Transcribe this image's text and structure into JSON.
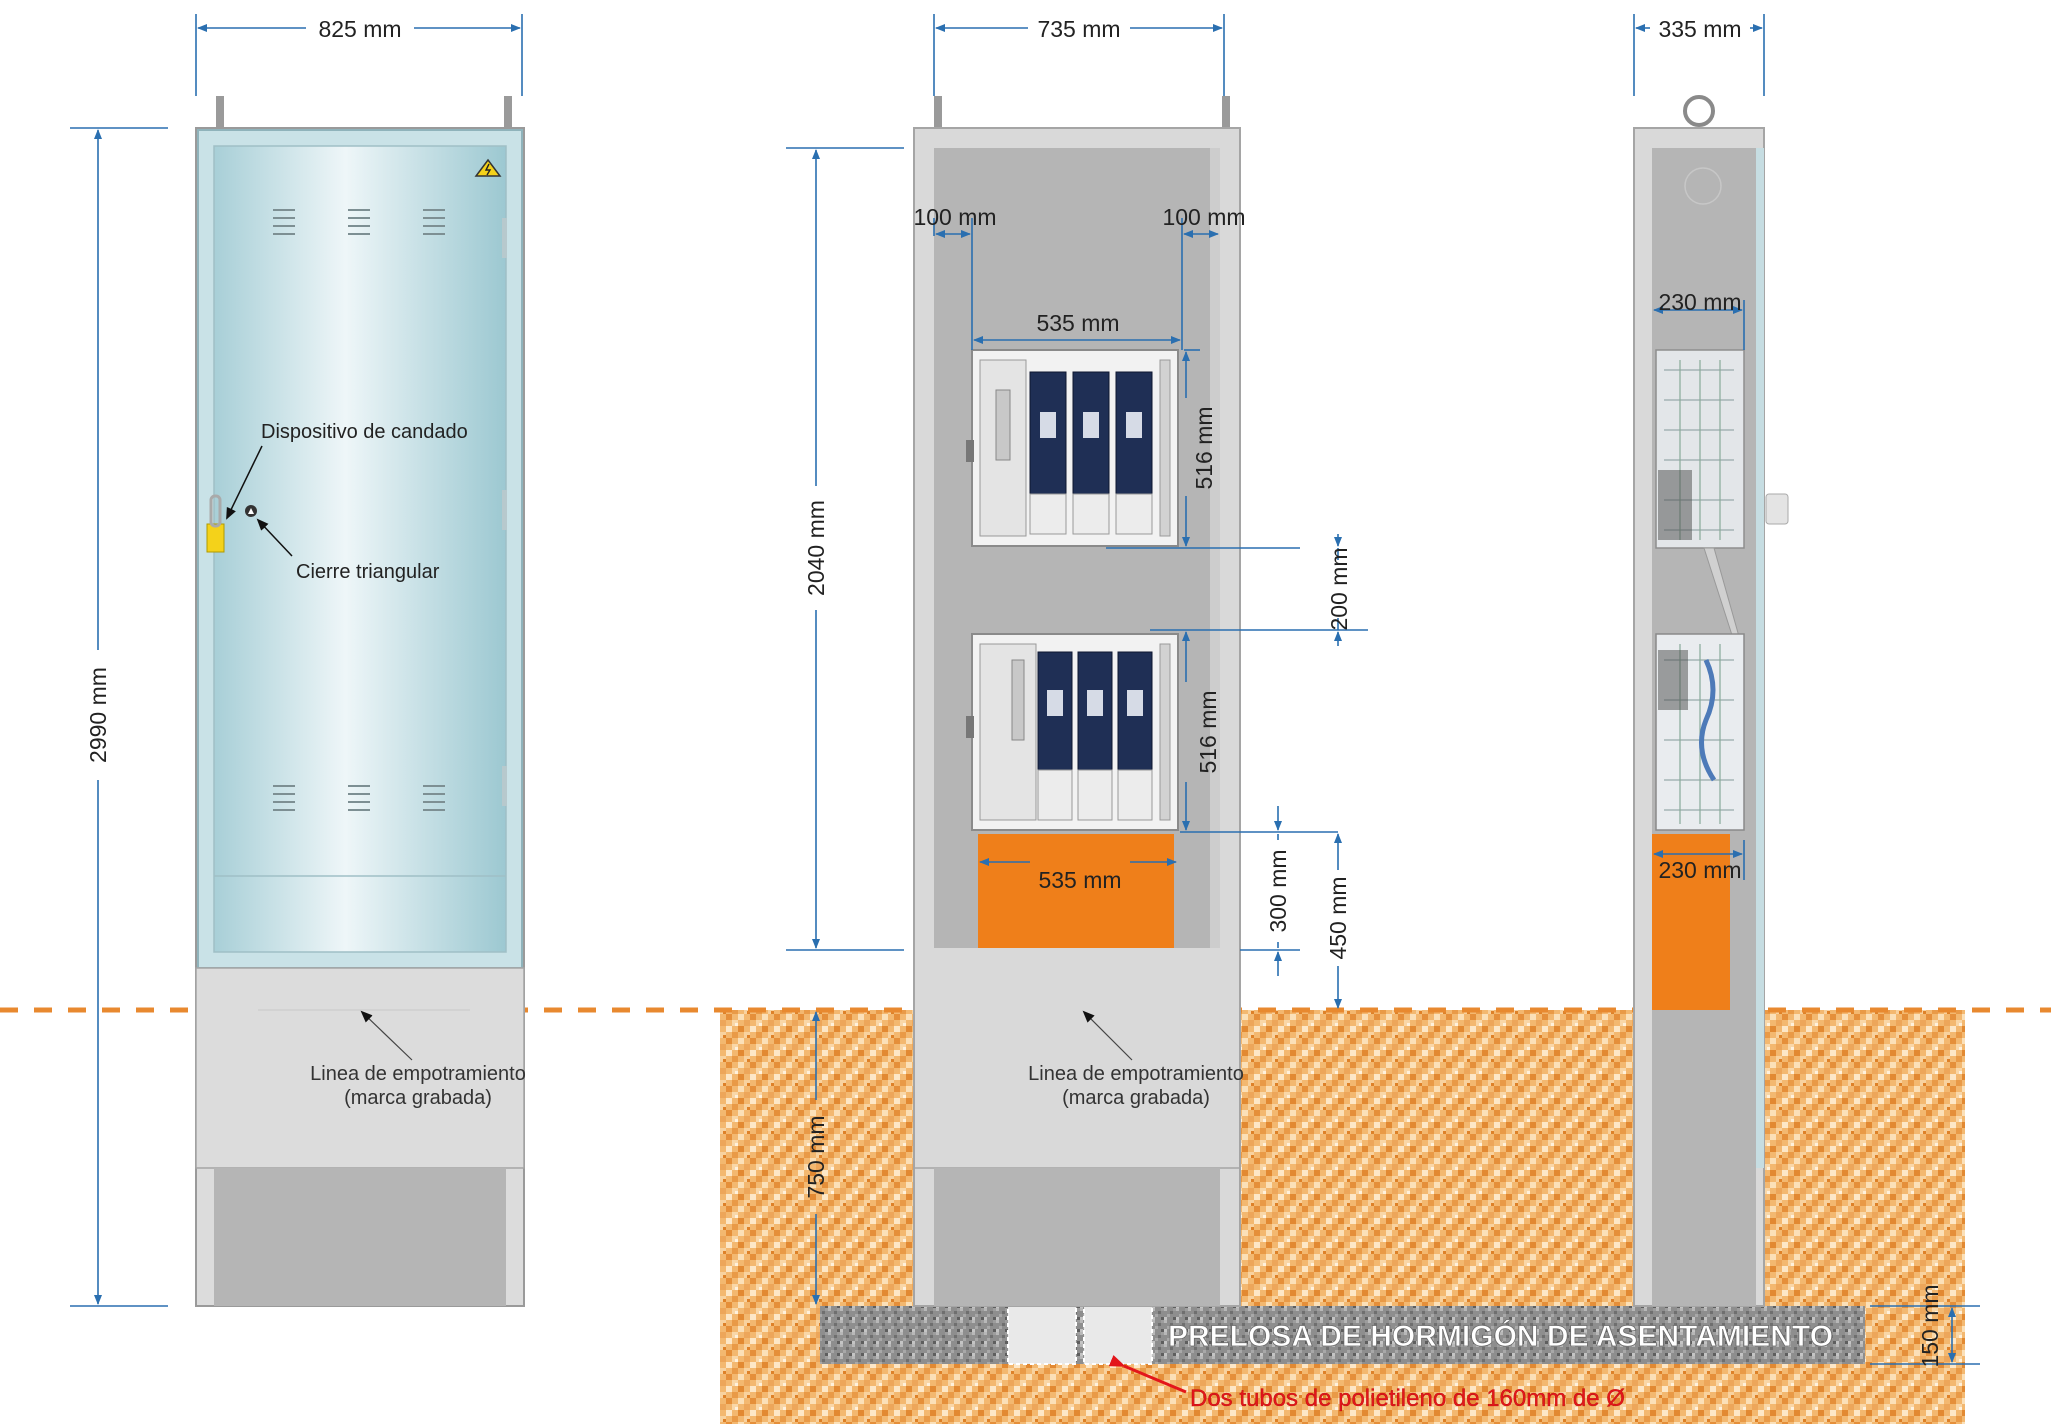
{
  "dims": {
    "front_width": "825 mm",
    "interior_width": "735 mm",
    "side_width": "335 mm",
    "total_height": "2990 mm",
    "interior_height": "2040 mm",
    "margin_left": "100 mm",
    "margin_right": "100 mm",
    "module_width_top": "535 mm",
    "module_width_bottom": "535 mm",
    "module_height_top": "516 mm",
    "module_height_bottom": "516 mm",
    "module_gap": "200 mm",
    "base_gap": "300 mm",
    "base_to_ground": "450 mm",
    "buried_depth": "750 mm",
    "slab_thickness": "150 mm",
    "side_depth_top": "230 mm",
    "side_depth_bottom": "230 mm"
  },
  "labels": {
    "padlock_device": "Dispositivo de candado",
    "triangular_lock": "Cierre triangular",
    "embed_line_front_1": "Linea de empotramiento",
    "embed_line_front_2": "(marca grabada)",
    "embed_line_mid_1": "Linea de empotramiento",
    "embed_line_mid_2": "(marca grabada)",
    "slab": "PRELOSA DE HORMIGÓN DE ASENTAMIENTO",
    "tubes": "Dos tubos de polietileno de 160mm de Ø"
  },
  "colors": {
    "dimension": "#2a6fb0",
    "cabinet_grey": "#d9d9d9",
    "interior_grey": "#b5b5b5",
    "orange_block": "#ef7f1a",
    "ground_line": "#e8892f",
    "soil_light": "#f6c789",
    "soil_dark": "#e79a45",
    "slab_grey": "#8c8c8c",
    "tube_label_red": "#e3161b",
    "warning_yellow": "#f4d21a"
  }
}
